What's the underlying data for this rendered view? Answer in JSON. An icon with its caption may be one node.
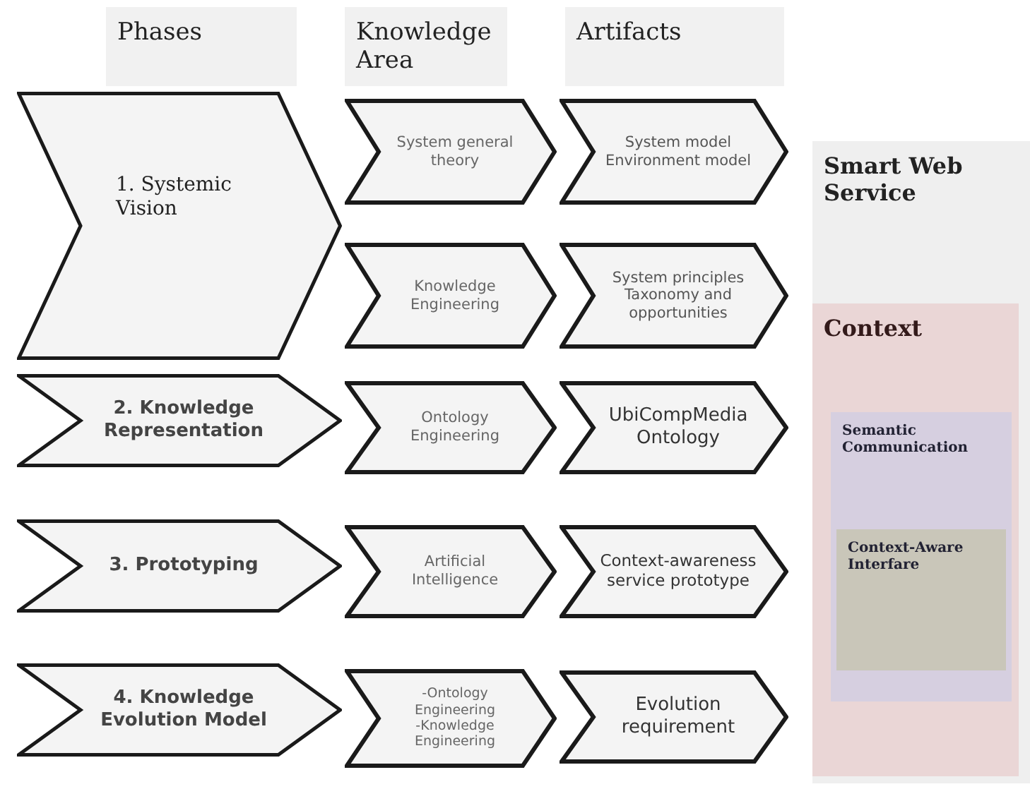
{
  "diagram": {
    "nodes": [
      {
        "text": [
          "Phases"
        ]
      },
      {
        "text": [
          "Knowledge Area"
        ]
      },
      {
        "text": [
          "Artifacts"
        ]
      },
      {
        "text": [
          "1. Systemic Vision"
        ]
      },
      {
        "text": [
          "System general theory"
        ]
      },
      {
        "text": [
          "System model Environment model"
        ]
      },
      {
        "text": [
          "Knowledge Engineering"
        ]
      },
      {
        "text": [
          "System principles Taxonomy and opportunities"
        ]
      },
      {
        "text": [
          "2. Knowledge Representation"
        ]
      },
      {
        "text": [
          "Ontology Engineering"
        ]
      },
      {
        "text": [
          "UbiCompMedia Ontology"
        ]
      },
      {
        "text": [
          "3. Prototyping"
        ]
      },
      {
        "text": [
          "Artificial Intelligence"
        ]
      },
      {
        "text": [
          "Context-awareness service prototype"
        ]
      },
      {
        "text": [
          "4. Knowledge Evolution Model"
        ]
      },
      {
        "text": [
          "-Ontology Engineering",
          "-Knowledge Engineering"
        ]
      },
      {
        "text": [
          "Evolution requirement"
        ]
      },
      {
        "text": [
          "Smart Web Service"
        ]
      },
      {
        "text": [
          "Context"
        ],
        "in": 17
      },
      {
        "text": [
          "Semantic Communication"
        ],
        "in": 18
      },
      {
        "text": [
          "Context-Aware Interfare"
        ],
        "in": 19
      }
    ]
  }
}
